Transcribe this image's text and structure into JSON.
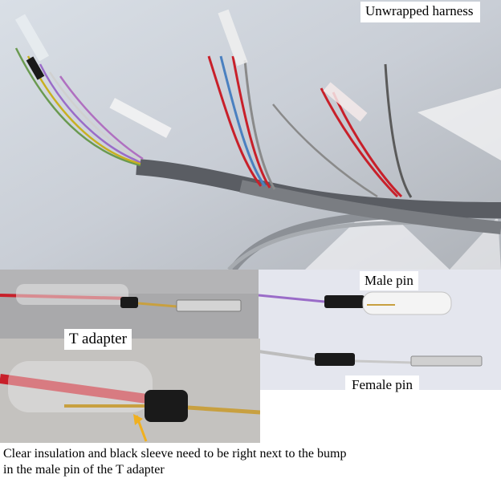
{
  "captions": {
    "unwrapped_harness": "Unwrapped harness",
    "t_adapter": "T adapter",
    "male_pin": "Male pin",
    "female_pin": "Female pin",
    "note": "Clear insulation and black sleeve need to be right next to the bump in the male pin of the T adapter"
  },
  "colors": {
    "wire_red": "#c8202a",
    "wire_purple": "#9a6cc8",
    "sleeve_black": "#1a1a1a",
    "arrow_yellow": "#f0b020",
    "pin_gold": "#c8a040"
  }
}
